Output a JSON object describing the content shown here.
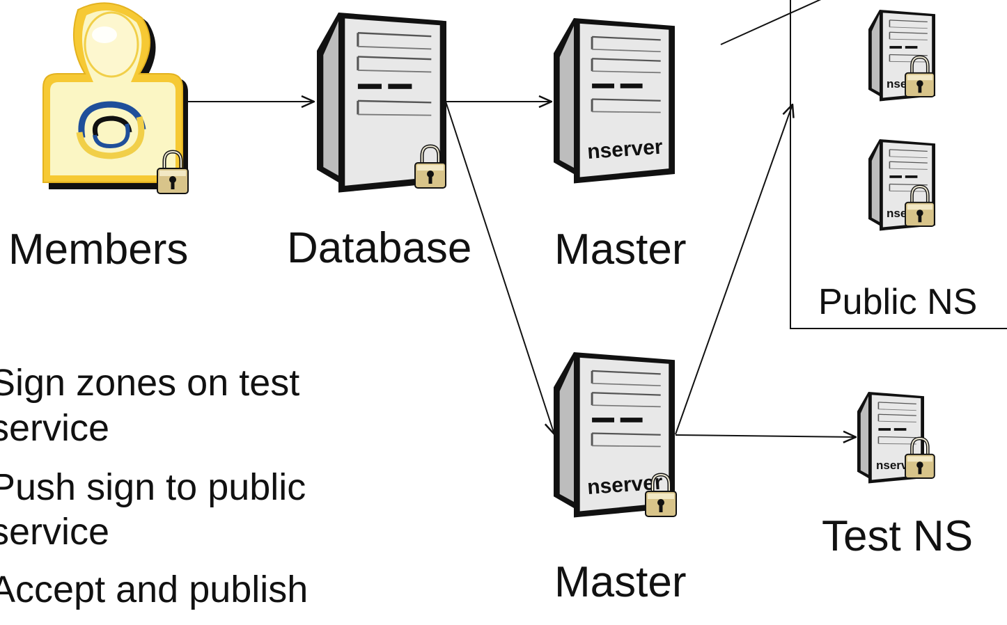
{
  "nodes": {
    "members": {
      "label": "Members",
      "icon": "member-with-lock-icon"
    },
    "database": {
      "label": "Database",
      "icon": "server-with-lock-icon"
    },
    "master_top": {
      "label": "Master",
      "icon": "nserver-icon",
      "server_text": "nserver"
    },
    "master_bottom": {
      "label": "Master",
      "icon": "nserver-with-lock-icon",
      "server_text": "nserver"
    },
    "public_ns": {
      "label": "Public NS",
      "icon": "nserver-with-lock-icon",
      "server_text": "nse"
    },
    "test_ns": {
      "label": "Test NS",
      "icon": "nserver-with-lock-icon",
      "server_text": "nserv"
    }
  },
  "bullets": [
    "Sign zones on test service",
    "Push sign to public service",
    "Accept and publish"
  ],
  "colors": {
    "member_yellow": "#f6c934",
    "member_fill": "#fbf6c4",
    "logo_blue": "#1f4f9a",
    "server_gray": "#c9c9c9",
    "lock_gold": "#d8c48a"
  }
}
